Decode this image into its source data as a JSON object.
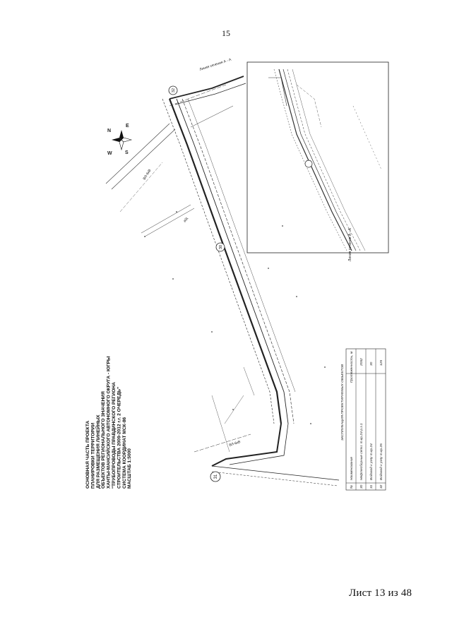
{
  "page": {
    "number": "15",
    "sheet_label": "Лист 13 из 48"
  },
  "map": {
    "title_lines": [
      "ОСНОВНАЯ ЧАСТЬ ПРОЕКТА",
      "ПЛАНИРОВКИ ТЕРРИТОРИИ",
      "ДЛЯ РАЗМЕЩЕНИЯ ЛИНЕЙНЫХ",
      "ОБЪЕКТОВ РЕГИОНАЛЬНОГО ЗНАЧЕНИЯ",
      "ХАНТЫ-МАНСИЙСКОГО АВТОНОМНОГО ОКРУГА - ЮГРЫ",
      "\"ТРУБОПРОВОДЫ ПРАВДИНСКОГО РЕГИОНА",
      "СТРОИТЕЛЬСТВА 2009-2012 г.г. 2 ОЧЕРЕДЬ\"",
      "СИСТЕМА КООРДИНАТ МСК-86",
      "МАСШТАБ 1:5000"
    ],
    "compass": {
      "n": "N",
      "s": "S",
      "e": "E",
      "w": "W"
    },
    "section_labels": [
      "Линия сечения А - А",
      "Линия сечения А - А"
    ],
    "road_labels": [
      "ВЛ-6кВ",
      "а/д",
      "ВЛ-6кВ"
    ],
    "markers": [
      "31",
      "30",
      "32"
    ],
    "table": {
      "title": "ЭКСПЛИКАЦИЯ ПРОЕКТИРУЕМЫХ ОБЪЕКТОВ",
      "headers": [
        "№",
        "Наименование",
        "Протяженность, м"
      ],
      "rows": [
        {
          "num": "30",
          "name": "Нефтесборные сети: т.вр.24-р.з.1",
          "length": "2052"
        },
        {
          "num": "31",
          "name": "Водовод к узлу т.вр.24",
          "length": "30"
        },
        {
          "num": "32",
          "name": "Водовод к узлу т.вр.25",
          "length": "125"
        }
      ]
    }
  }
}
